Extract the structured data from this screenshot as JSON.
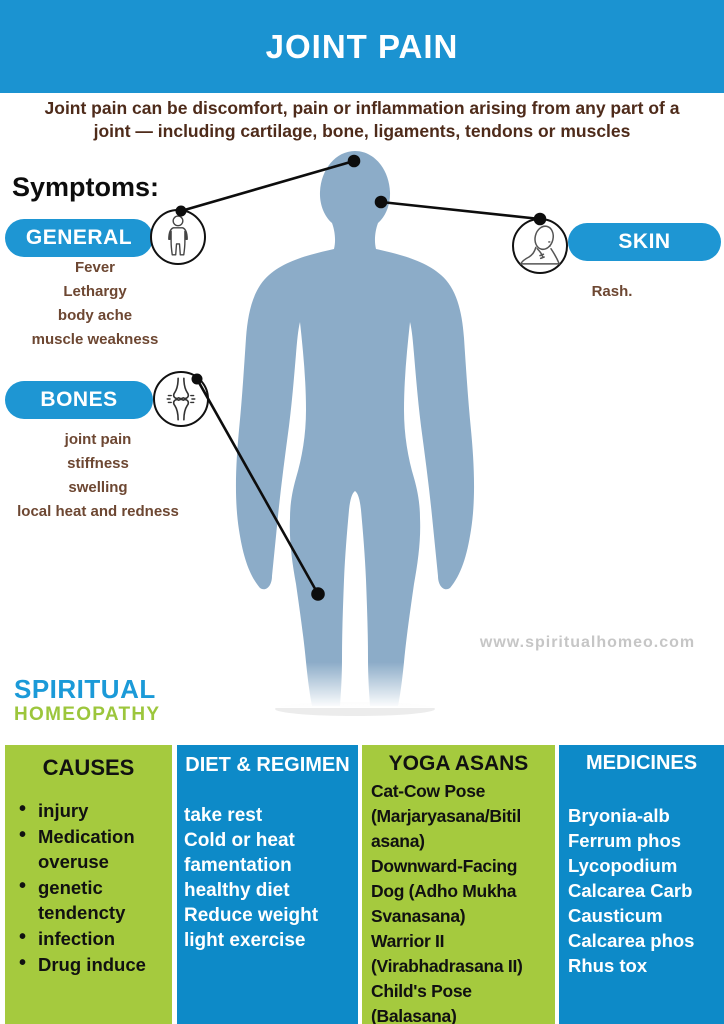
{
  "banner": {
    "title": "JOINT PAIN"
  },
  "intro": {
    "line1": "Joint pain can be discomfort, pain or inflammation arising from any part of a",
    "line2": "joint — including cartilage, bone, ligaments, tendons or muscles"
  },
  "symptoms": {
    "heading": "Symptoms:",
    "general": {
      "label": "GENERAL",
      "icon": "standing-body-icon",
      "items": [
        "Fever",
        "Lethargy",
        "body ache",
        "muscle weakness"
      ]
    },
    "skin": {
      "label": "SKIN",
      "icon": "rash-scratch-icon",
      "items": [
        "Rash."
      ]
    },
    "bones": {
      "label": "BONES",
      "icon": "bone-joint-icon",
      "items": [
        "joint pain",
        "stiffness",
        "swelling",
        "local heat and redness"
      ]
    }
  },
  "watermark": "www.spiritualhomeo.com",
  "logo": {
    "top": "SPIRITUAL",
    "bottom": "HOMEOPATHY"
  },
  "columns": {
    "causes": {
      "heading": "CAUSES",
      "items": [
        "injury",
        "Medication overuse",
        "genetic tendencty",
        "infection",
        "Drug induce"
      ]
    },
    "diet": {
      "heading": "DIET & REGIMEN",
      "lines": [
        "take rest",
        "Cold or heat",
        "famentation",
        "healthy diet",
        "Reduce weight",
        "light exercise"
      ]
    },
    "yoga": {
      "heading": "YOGA ASANS",
      "lines": [
        "Cat-Cow Pose",
        "(Marjaryasana/Bitil",
        "asana)",
        "Downward-Facing",
        "Dog (Adho Mukha",
        "Svanasana)",
        "Warrior II",
        "(Virabhadrasana II)",
        "Child's Pose",
        "(Balasana)"
      ]
    },
    "medicines": {
      "heading": "MEDICINES",
      "lines": [
        "Bryonia-alb",
        "Ferrum phos",
        "Lycopodium",
        "Calcarea Carb",
        "Causticum",
        "Calcarea phos",
        "Rhus tox"
      ]
    }
  },
  "colors": {
    "banner_blue": "#1b93d1",
    "pill_blue": "#1e96d3",
    "column_blue": "#0d8ac8",
    "column_green": "#a5ca3e",
    "body_silhouette": "#8cacc8",
    "intro_brown": "#4e2b1a",
    "list_brown": "#6d4732",
    "logo_blue": "#1b9ad8",
    "logo_green": "#9cc63c",
    "watermark_gray": "#c6c6c6"
  }
}
